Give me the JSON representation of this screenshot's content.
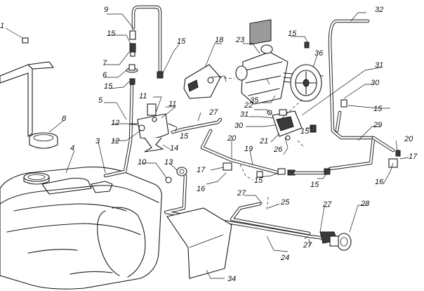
{
  "callouts": {
    "c1": "1",
    "c3": "3",
    "c4": "4",
    "c5": "5",
    "c6": "6",
    "c7": "7",
    "c8": "8",
    "c9": "9",
    "c10": "10",
    "c11a": "11",
    "c11b": "11",
    "c12a": "12",
    "c12b": "12",
    "c13": "13",
    "c14": "14",
    "c15a": "15",
    "c15b": "15",
    "c15c": "15",
    "c15d": "15",
    "c15e": "15",
    "c15f": "15",
    "c15g": "15",
    "c15h": "15",
    "c16a": "16",
    "c16b": "16",
    "c17a": "17",
    "c17b": "17",
    "c18": "18",
    "c19": "19",
    "c20a": "20",
    "c20b": "20",
    "c21": "21",
    "c22": "22",
    "c23": "23",
    "c24": "24",
    "c25": "25",
    "c26": "26",
    "c27a": "27",
    "c27b": "27",
    "c27c": "27",
    "c27d": "27",
    "c28": "28",
    "c29": "29",
    "c30a": "30",
    "c30b": "30",
    "c31a": "31",
    "c31b": "31",
    "c32": "32",
    "c34": "34",
    "c35": "35",
    "c36": "36"
  }
}
